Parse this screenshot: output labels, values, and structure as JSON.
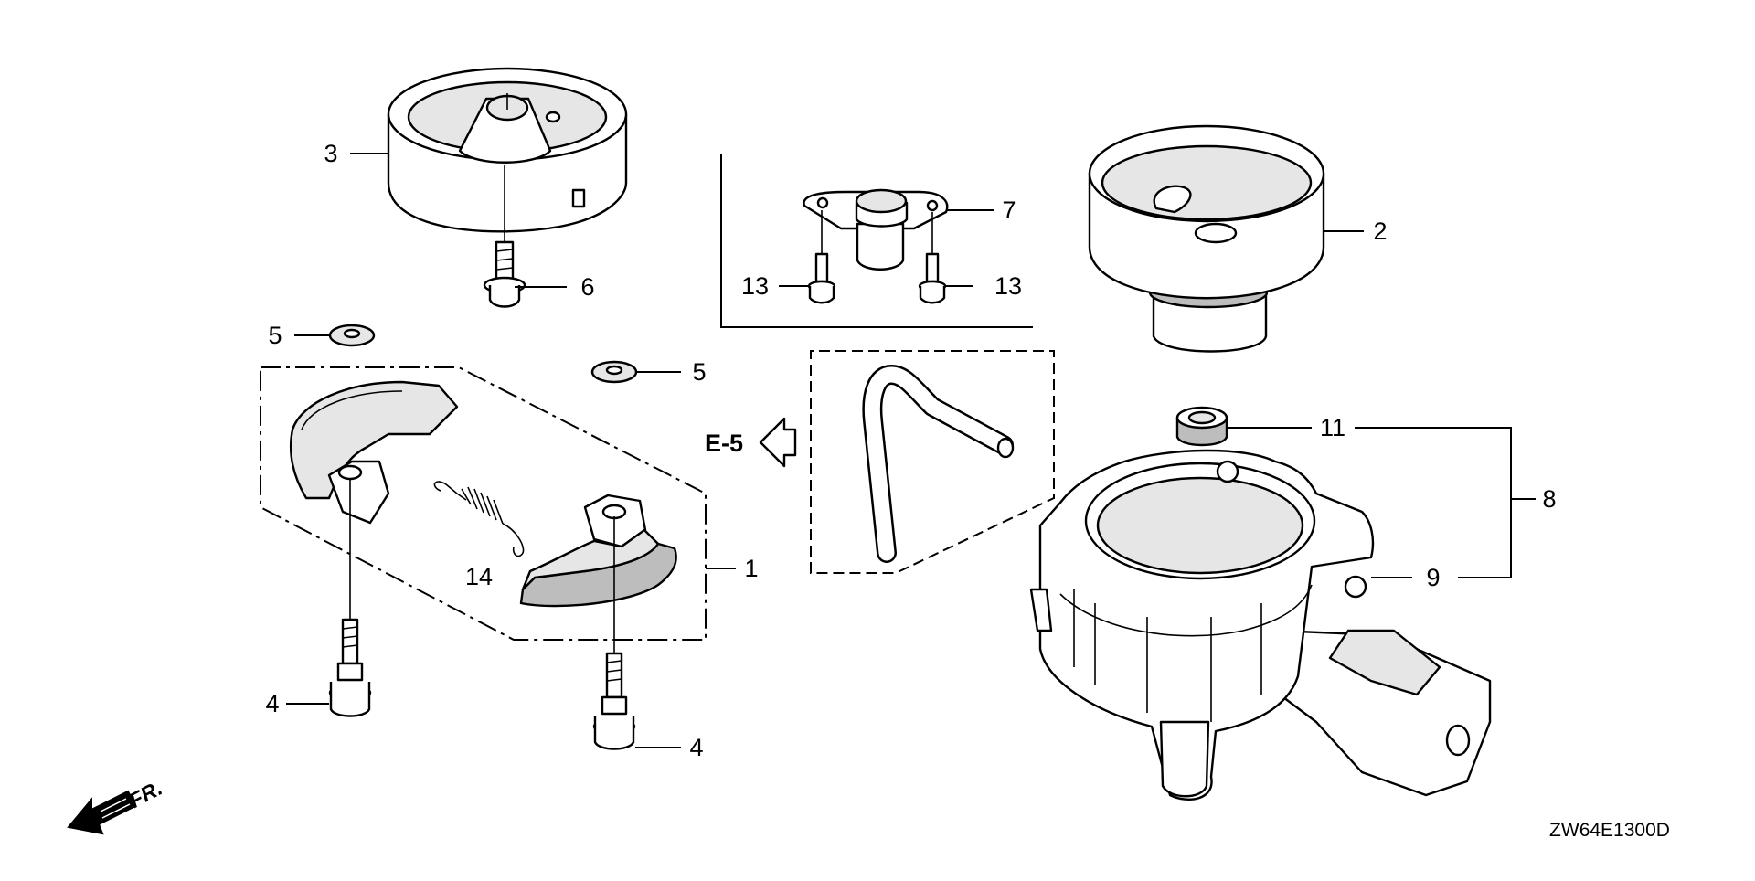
{
  "diagram": {
    "callouts": {
      "c1": "1",
      "c2": "2",
      "c3": "3",
      "c4a": "4",
      "c4b": "4",
      "c5a": "5",
      "c5b": "5",
      "c6": "6",
      "c7": "7",
      "c8": "8",
      "c9": "9",
      "c11": "11",
      "c13a": "13",
      "c13b": "13",
      "c14": "14"
    },
    "reference_arrow_label": "E-5",
    "front_marker_label": "FR.",
    "drawing_code": "ZW64E1300D"
  }
}
